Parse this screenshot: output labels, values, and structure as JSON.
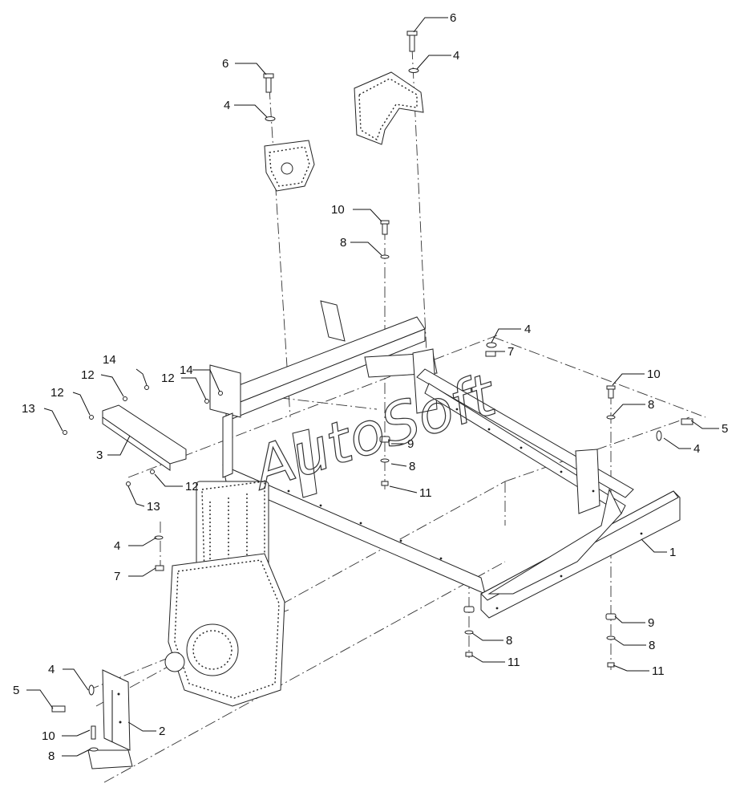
{
  "diagram": {
    "watermark": "AutoSoft",
    "callouts": [
      {
        "id": "c-6a",
        "text": "6"
      },
      {
        "id": "c-4a",
        "text": "4"
      },
      {
        "id": "c-6b",
        "text": "6"
      },
      {
        "id": "c-4b",
        "text": "4"
      },
      {
        "id": "c-10a",
        "text": "10"
      },
      {
        "id": "c-8a",
        "text": "8"
      },
      {
        "id": "c-4c",
        "text": "4"
      },
      {
        "id": "c-7a",
        "text": "7"
      },
      {
        "id": "c-14a",
        "text": "14"
      },
      {
        "id": "c-12a",
        "text": "12"
      },
      {
        "id": "c-12b",
        "text": "12"
      },
      {
        "id": "c-13a",
        "text": "13"
      },
      {
        "id": "c-14b",
        "text": "14"
      },
      {
        "id": "c-12c",
        "text": "12"
      },
      {
        "id": "c-3",
        "text": "3"
      },
      {
        "id": "c-12d",
        "text": "12"
      },
      {
        "id": "c-13b",
        "text": "13"
      },
      {
        "id": "c-9a",
        "text": "9"
      },
      {
        "id": "c-8b",
        "text": "8"
      },
      {
        "id": "c-11a",
        "text": "11"
      },
      {
        "id": "c-10b",
        "text": "10"
      },
      {
        "id": "c-8c",
        "text": "8"
      },
      {
        "id": "c-5a",
        "text": "5"
      },
      {
        "id": "c-4d",
        "text": "4"
      },
      {
        "id": "c-1",
        "text": "1"
      },
      {
        "id": "c-4e",
        "text": "4"
      },
      {
        "id": "c-7b",
        "text": "7"
      },
      {
        "id": "c-9b",
        "text": "9"
      },
      {
        "id": "c-8d",
        "text": "8"
      },
      {
        "id": "c-11b",
        "text": "11"
      },
      {
        "id": "c-9c",
        "text": "9"
      },
      {
        "id": "c-8e",
        "text": "8"
      },
      {
        "id": "c-11c",
        "text": "11"
      },
      {
        "id": "c-4f",
        "text": "4"
      },
      {
        "id": "c-5b",
        "text": "5"
      },
      {
        "id": "c-2",
        "text": "2"
      },
      {
        "id": "c-10c",
        "text": "10"
      },
      {
        "id": "c-8f",
        "text": "8"
      }
    ]
  }
}
